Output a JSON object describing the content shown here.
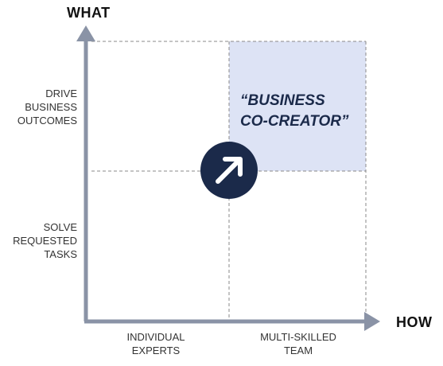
{
  "axes": {
    "y_title": "WHAT",
    "x_title": "HOW"
  },
  "y_levels": [
    {
      "line1": "DRIVE",
      "line2": "BUSINESS",
      "line3": "OUTCOMES"
    },
    {
      "line1": "SOLVE",
      "line2": "REQUESTED",
      "line3": "TASKS"
    }
  ],
  "x_levels": [
    {
      "line1": "INDIVIDUAL",
      "line2": "EXPERTS"
    },
    {
      "line1": "MULTI-SKILLED",
      "line2": "TEAM"
    }
  ],
  "highlight": {
    "line1": "“BUSINESS",
    "line2": "CO-CREATOR”",
    "fill_color": "#dde3f5",
    "text_color": "#1b2a4a"
  },
  "center_badge": {
    "icon": "arrow-up-right-icon",
    "color": "#1b2a4a"
  },
  "colors": {
    "axis": "#8a93a6",
    "grid": "#8a8a8a"
  }
}
